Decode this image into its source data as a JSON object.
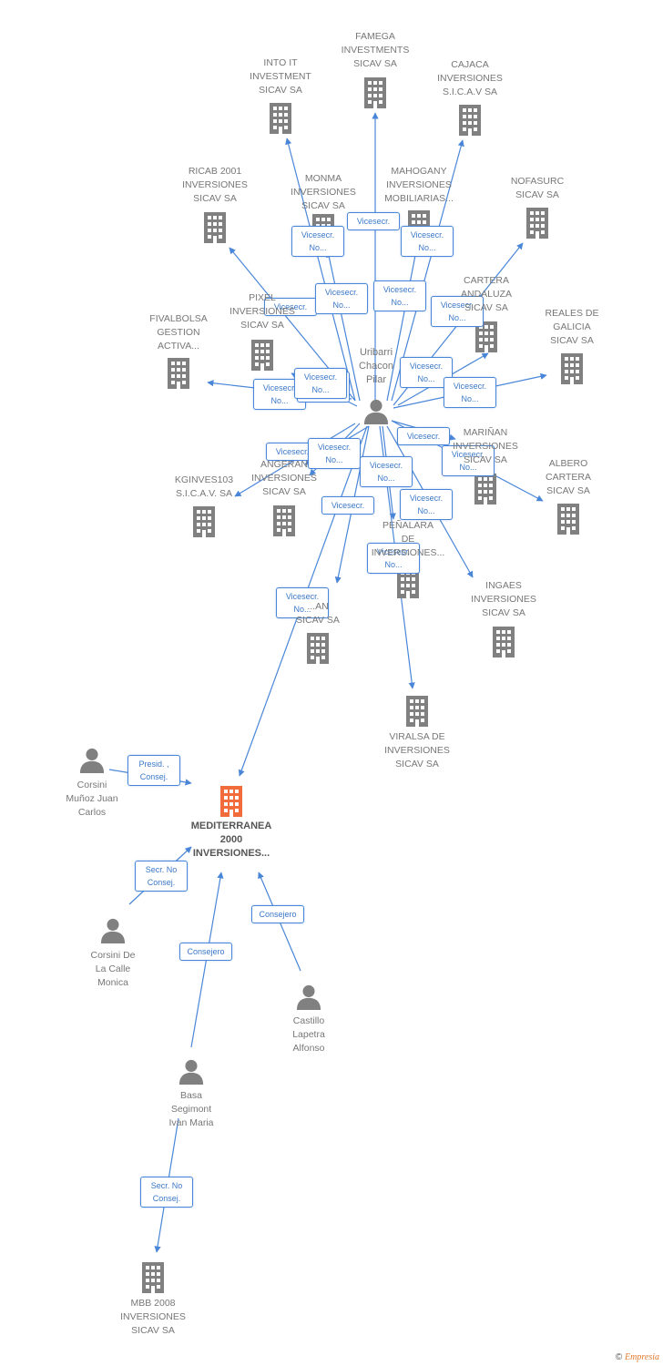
{
  "colors": {
    "edge": "#4a86d8",
    "company": "#808080",
    "main_company": "#f26b3a",
    "person": "#808080"
  },
  "nodes": [
    {
      "id": "fam",
      "type": "company",
      "label": "FAMEGA\nINVESTMENTS\nSICAV SA"
    },
    {
      "id": "intoit",
      "type": "company",
      "label": "INTO IT\nINVESTMENT\nSICAV SA"
    },
    {
      "id": "cajaca",
      "type": "company",
      "label": "CAJACA\nINVERSIONES\nS.I.C.A.V SA"
    },
    {
      "id": "ricab",
      "type": "company",
      "label": "RICAB 2001\nINVERSIONES\nSICAV SA"
    },
    {
      "id": "monma",
      "type": "company",
      "label": "MONMA\nINVERSIONES\nSICAV SA"
    },
    {
      "id": "mahog",
      "type": "company",
      "label": "MAHOGANY\nINVERSIONES\nMOBILIARIAS..."
    },
    {
      "id": "nofa",
      "type": "company",
      "label": "NOFASURC\nSICAV SA"
    },
    {
      "id": "cartera",
      "type": "company",
      "label": "CARTERA\nANDALUZA\nSICAV SA"
    },
    {
      "id": "pixel",
      "type": "company",
      "label": "PIXEL\nINVERSIONES\nSICAV SA"
    },
    {
      "id": "fival",
      "type": "company",
      "label": "FIVALBOLSA\nGESTION\nACTIVA..."
    },
    {
      "id": "reales",
      "type": "company",
      "label": "REALES DE\nGALICIA\nSICAV SA"
    },
    {
      "id": "marinan",
      "type": "company",
      "label": "MARIÑAN\nINVERSIONES\nSICAV SA"
    },
    {
      "id": "albero",
      "type": "company",
      "label": "ALBERO\nCARTERA\nSICAV SA"
    },
    {
      "id": "kginv",
      "type": "company",
      "label": "KGINVES103\nS.I.C.A.V. SA"
    },
    {
      "id": "angeran",
      "type": "company",
      "label": "ANGERAN\nINVERSIONES\nSICAV SA"
    },
    {
      "id": "penalara",
      "type": "company",
      "label": "PEÑALARA\nDE\nINVERSIONES..."
    },
    {
      "id": "ingaes",
      "type": "company",
      "label": "INGAES\nINVERSIONES\nSICAV SA"
    },
    {
      "id": "xan",
      "type": "company",
      "label": "...AN\nSICAV SA"
    },
    {
      "id": "viralsa",
      "type": "company",
      "label": "VIRALSA DE\nINVERSIONES\nSICAV SA"
    },
    {
      "id": "uribarri",
      "type": "person",
      "label": "Uribarri\nChacon\nPilar"
    },
    {
      "id": "corsini_m",
      "type": "person",
      "label": "Corsini\nMuñoz Juan\nCarlos"
    },
    {
      "id": "medit",
      "type": "main",
      "label": "MEDITERRANEA\n2000\nINVERSIONES..."
    },
    {
      "id": "corsini_d",
      "type": "person",
      "label": "Corsini De\nLa Calle\nMonica"
    },
    {
      "id": "castillo",
      "type": "person",
      "label": "Castillo\nLapetra\nAlfonso"
    },
    {
      "id": "basa",
      "type": "person",
      "label": "Basa\nSegimont\nIvan Maria"
    },
    {
      "id": "mbb",
      "type": "company",
      "label": "MBB 2008\nINVERSIONES\nSICAV SA"
    }
  ],
  "edges": [
    {
      "from": "uribarri",
      "to": "fam",
      "label": "Vicesecr."
    },
    {
      "from": "uribarri",
      "to": "intoit",
      "label": "Vicesecr.\nNo..."
    },
    {
      "from": "uribarri",
      "to": "cajaca",
      "label": "Vicesecr.\nNo..."
    },
    {
      "from": "uribarri",
      "to": "ricab",
      "label": "Vicesecr."
    },
    {
      "from": "uribarri",
      "to": "monma",
      "label": "Vicesecr.\nNo..."
    },
    {
      "from": "uribarri",
      "to": "mahog",
      "label": "Vicesecr.\nNo..."
    },
    {
      "from": "uribarri",
      "to": "nofa",
      "label": "Vicesecr.\nNo..."
    },
    {
      "from": "uribarri",
      "to": "fival",
      "label": "Vicesecr.\nNo..."
    },
    {
      "from": "uribarri",
      "to": "pixel",
      "label": "Vicesecr.\nNo..."
    },
    {
      "from": "uribarri",
      "to": "cartera",
      "label": "Vicesecr.\nNo..."
    },
    {
      "from": "uribarri",
      "to": "reales",
      "label": "Vicesecr.\nNo..."
    },
    {
      "from": "uribarri",
      "to": "marinan",
      "label": "Vicesecr."
    },
    {
      "from": "uribarri",
      "to": "albero",
      "label": "Vicesecr.\nNo..."
    },
    {
      "from": "uribarri",
      "to": "kginv",
      "label": "Vicesecr."
    },
    {
      "from": "uribarri",
      "to": "angeran",
      "label": "Vicesecr.\nNo..."
    },
    {
      "from": "uribarri",
      "to": "penalara",
      "label": "Vicesecr.\nNo..."
    },
    {
      "from": "uribarri",
      "to": "ingaes",
      "label": "Vicesecr.\nNo..."
    },
    {
      "from": "uribarri",
      "to": "xan",
      "label": "Vicesecr."
    },
    {
      "from": "uribarri",
      "to": "viralsa",
      "label": "Vicesecr.\nNo..."
    },
    {
      "from": "uribarri",
      "to": "medit",
      "label": "Vicesecr.\nNo..."
    },
    {
      "from": "uribarri",
      "to": "angeran",
      "label": "Vicesecr.\nNo..."
    },
    {
      "from": "corsini_m",
      "to": "medit",
      "label": "Presid. ,\nConsej."
    },
    {
      "from": "corsini_d",
      "to": "medit",
      "label": "Secr. No\nConsej."
    },
    {
      "from": "basa",
      "to": "medit",
      "label": "Consejero"
    },
    {
      "from": "castillo",
      "to": "medit",
      "label": "Consejero"
    },
    {
      "from": "basa",
      "to": "mbb",
      "label": "Secr. No\nConsej."
    }
  ],
  "footer": {
    "copyright": "©",
    "brand": "Empresia"
  }
}
